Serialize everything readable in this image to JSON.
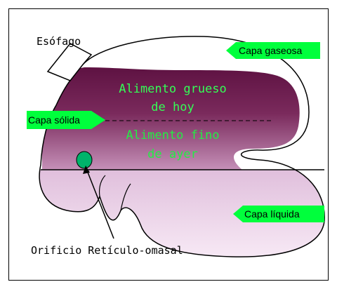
{
  "labels": {
    "esophagus": "Esófago",
    "gas_layer": "Capa gaseosa",
    "solid_layer": "Capa sólida",
    "liquid_layer": "Capa líquida",
    "coarse_food_line1": "Alimento grueso",
    "coarse_food_line2": "de hoy",
    "fine_food_line1": "Alimento fino",
    "fine_food_line2": "de ayer",
    "orifice": "Orificio Retículo-omasal"
  },
  "colors": {
    "label_arrow": "#00ff3c",
    "coarse_text": "#33ff55",
    "fine_text": "#22ee44",
    "solid_dark": "#6e1c4e",
    "liquid_light": "#f8e4f4",
    "liquid_mid": "#e6c4e2",
    "orifice_fill": "#00b36b"
  }
}
